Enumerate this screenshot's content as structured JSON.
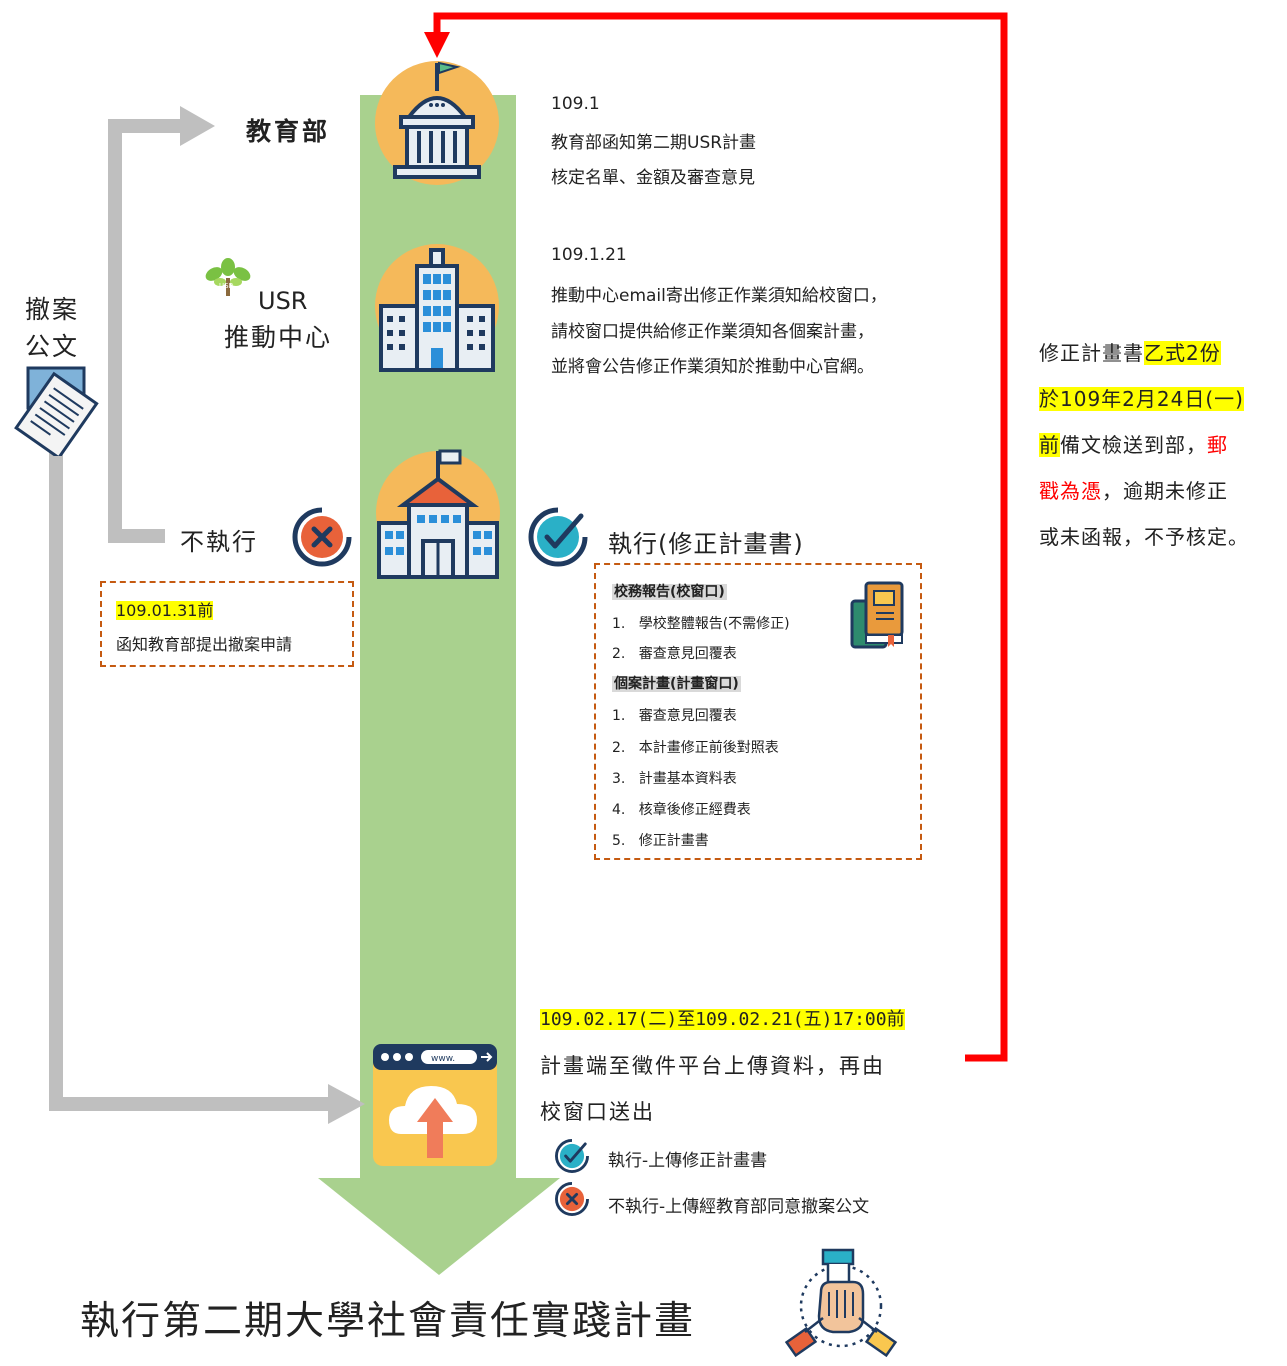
{
  "nodes": {
    "moe": {
      "date": "109.1",
      "desc1": "教育部函知第二期USR計畫",
      "desc2": "核定名單、金額及審查意見",
      "side_label": "教育部"
    },
    "center": {
      "date": "109.1.21",
      "desc1": "推動中心email寄出修正作業須知給校窗口，",
      "desc2": "請校窗口提供給修正作業須知各個案計畫，",
      "desc3": "並將會公告修正作業須知於推動中心官網。",
      "side_label_1": "USR",
      "side_label_2": "推動中心",
      "logo_text": "USR"
    },
    "school": {
      "not_execute_label": "不執行",
      "execute_label": "執行(修正計畫書)",
      "withdraw_box": {
        "date": "109.01.31前",
        "text": "函知教育部提出撤案申請"
      },
      "documents": {
        "school_section": "校務報告(校窗口)",
        "school_items": [
          "學校整體報告(不需修正)",
          "審查意見回覆表"
        ],
        "project_section": "個案計畫(計畫窗口)",
        "project_items": [
          "審查意見回覆表",
          "本計畫修正前後對照表",
          "計畫基本資料表",
          "核章後修正經費表",
          "修正計畫書"
        ]
      }
    },
    "upload": {
      "period": "109.02.17(二)至109.02.21(五)17:00前",
      "desc1": "計畫端至徵件平台上傳資料，再由",
      "desc2": "校窗口送出",
      "opt_execute": "執行-上傳修正計畫書",
      "opt_not_execute": "不執行-上傳經教育部同意撤案公文",
      "browser_url": "www."
    }
  },
  "withdraw_doc": {
    "line1": "撤案",
    "line2": "公文"
  },
  "deadline_note": {
    "p1": "修正計畫書",
    "p2": "乙式2份",
    "p3": "於109年2月24日(一)",
    "p4": "前",
    "p5": "備文檢送到部，",
    "p6": "郵",
    "p7": "戳為憑",
    "p8": "，逾期未修正",
    "p9": "或未函報，不予核定。"
  },
  "footer_title": "執行第二期大學社會責任實踐計畫",
  "colors": {
    "trunk": "#a9d18e",
    "orange_circle": "#f5b95a",
    "navy": "#1f3a5f",
    "check": "#2ab0c7",
    "cross": "#e8623a",
    "red_arrow": "#ff0000",
    "gray_arrow": "#bfbfbf",
    "dash_border": "#c55a11",
    "highlight": "#ffff00"
  }
}
